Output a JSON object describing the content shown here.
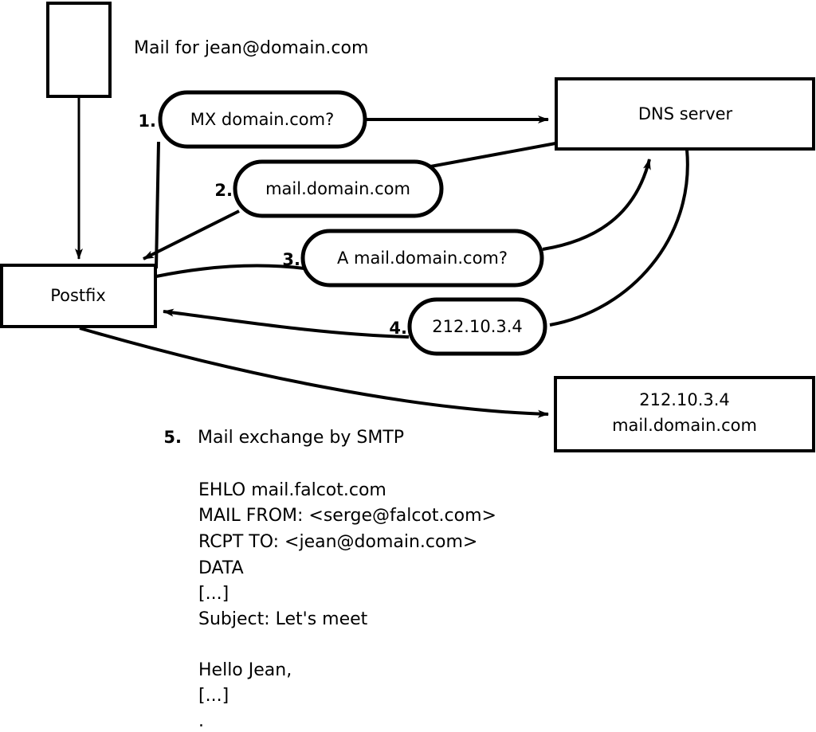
{
  "diagram": {
    "title_caption": "Mail for jean@domain.com",
    "nodes": {
      "envelope": {
        "label": ""
      },
      "postfix": {
        "label": "Postfix"
      },
      "dns_server": {
        "label": "DNS server"
      },
      "target_server": {
        "line1": "212.10.3.4",
        "line2": "mail.domain.com"
      }
    },
    "steps": [
      {
        "number": "1.",
        "label": "MX domain.com?"
      },
      {
        "number": "2.",
        "label": "mail.domain.com"
      },
      {
        "number": "3.",
        "label": "A mail.domain.com?"
      },
      {
        "number": "4.",
        "label": "212.10.3.4"
      }
    ],
    "smtp_step": {
      "number": "5.",
      "label": "Mail exchange by SMTP"
    },
    "transcript": [
      "EHLO mail.falcot.com",
      "MAIL FROM: <serge@falcot.com>",
      "RCPT TO: <jean@domain.com>",
      "DATA",
      "[...]",
      "Subject: Let's meet",
      "",
      "Hello Jean,",
      "[...]",
      "."
    ],
    "colors": {
      "stroke": "#000000",
      "fill": "#ffffff",
      "text": "#000000"
    }
  }
}
